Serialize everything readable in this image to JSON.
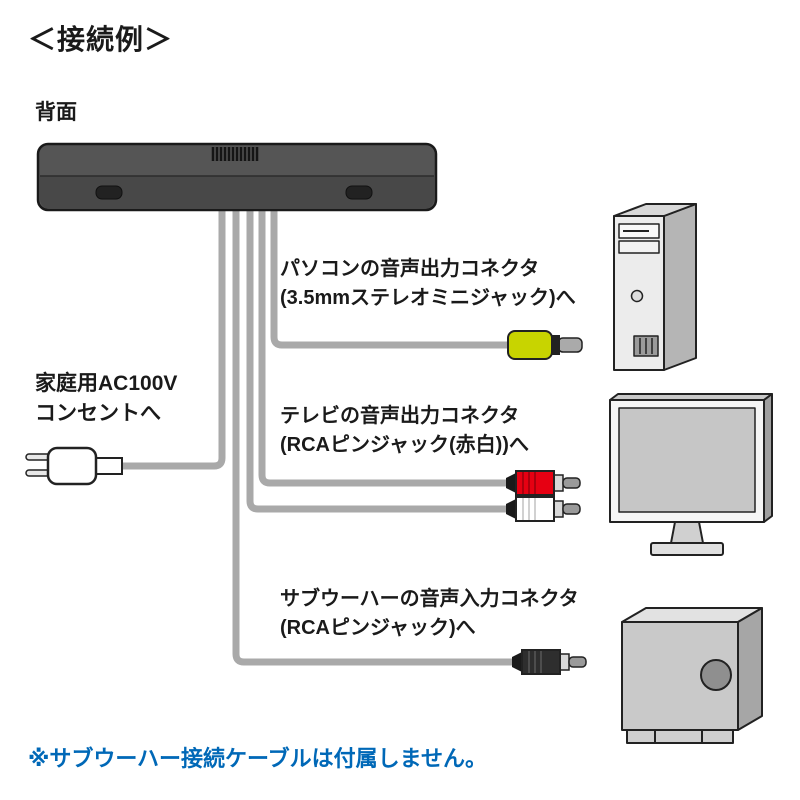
{
  "title": "＜接続例＞",
  "device": {
    "rear_label": "背面"
  },
  "connections": {
    "pc": {
      "line1": "パソコンの音声出力コネクタ",
      "line2": "(3.5mmステレオミニジャック)へ"
    },
    "ac": {
      "line1": "家庭用AC100V",
      "line2": "コンセントへ"
    },
    "tv": {
      "line1": "テレビの音声出力コネクタ",
      "line2": "(RCAピンジャック(赤白))へ"
    },
    "sub": {
      "line1": "サブウーハーの音声入力コネクタ",
      "line2": "(RCAピンジャック)へ"
    }
  },
  "note": {
    "text": "※サブウーハー接続ケーブルは付属しません。",
    "color": "#0068b7"
  },
  "icons": {
    "pc": "desktop-tower",
    "tv": "television",
    "subwoofer": "subwoofer-speaker",
    "power": "ac-plug",
    "mini_plug": "3.5mm-stereo-mini-plug",
    "rca_red": "rca-plug-red",
    "rca_white": "rca-plug-white",
    "rca_black": "rca-plug-black"
  },
  "colors": {
    "cable": "#a9a9a9",
    "soundbar_body": "#555555",
    "soundbar_front": "#484848",
    "mini_plug": "#c8d400",
    "rca_red": "#e60012",
    "rca_white": "#ffffff",
    "rca_black": "#2e2e2e",
    "note_blue": "#0068b7"
  }
}
